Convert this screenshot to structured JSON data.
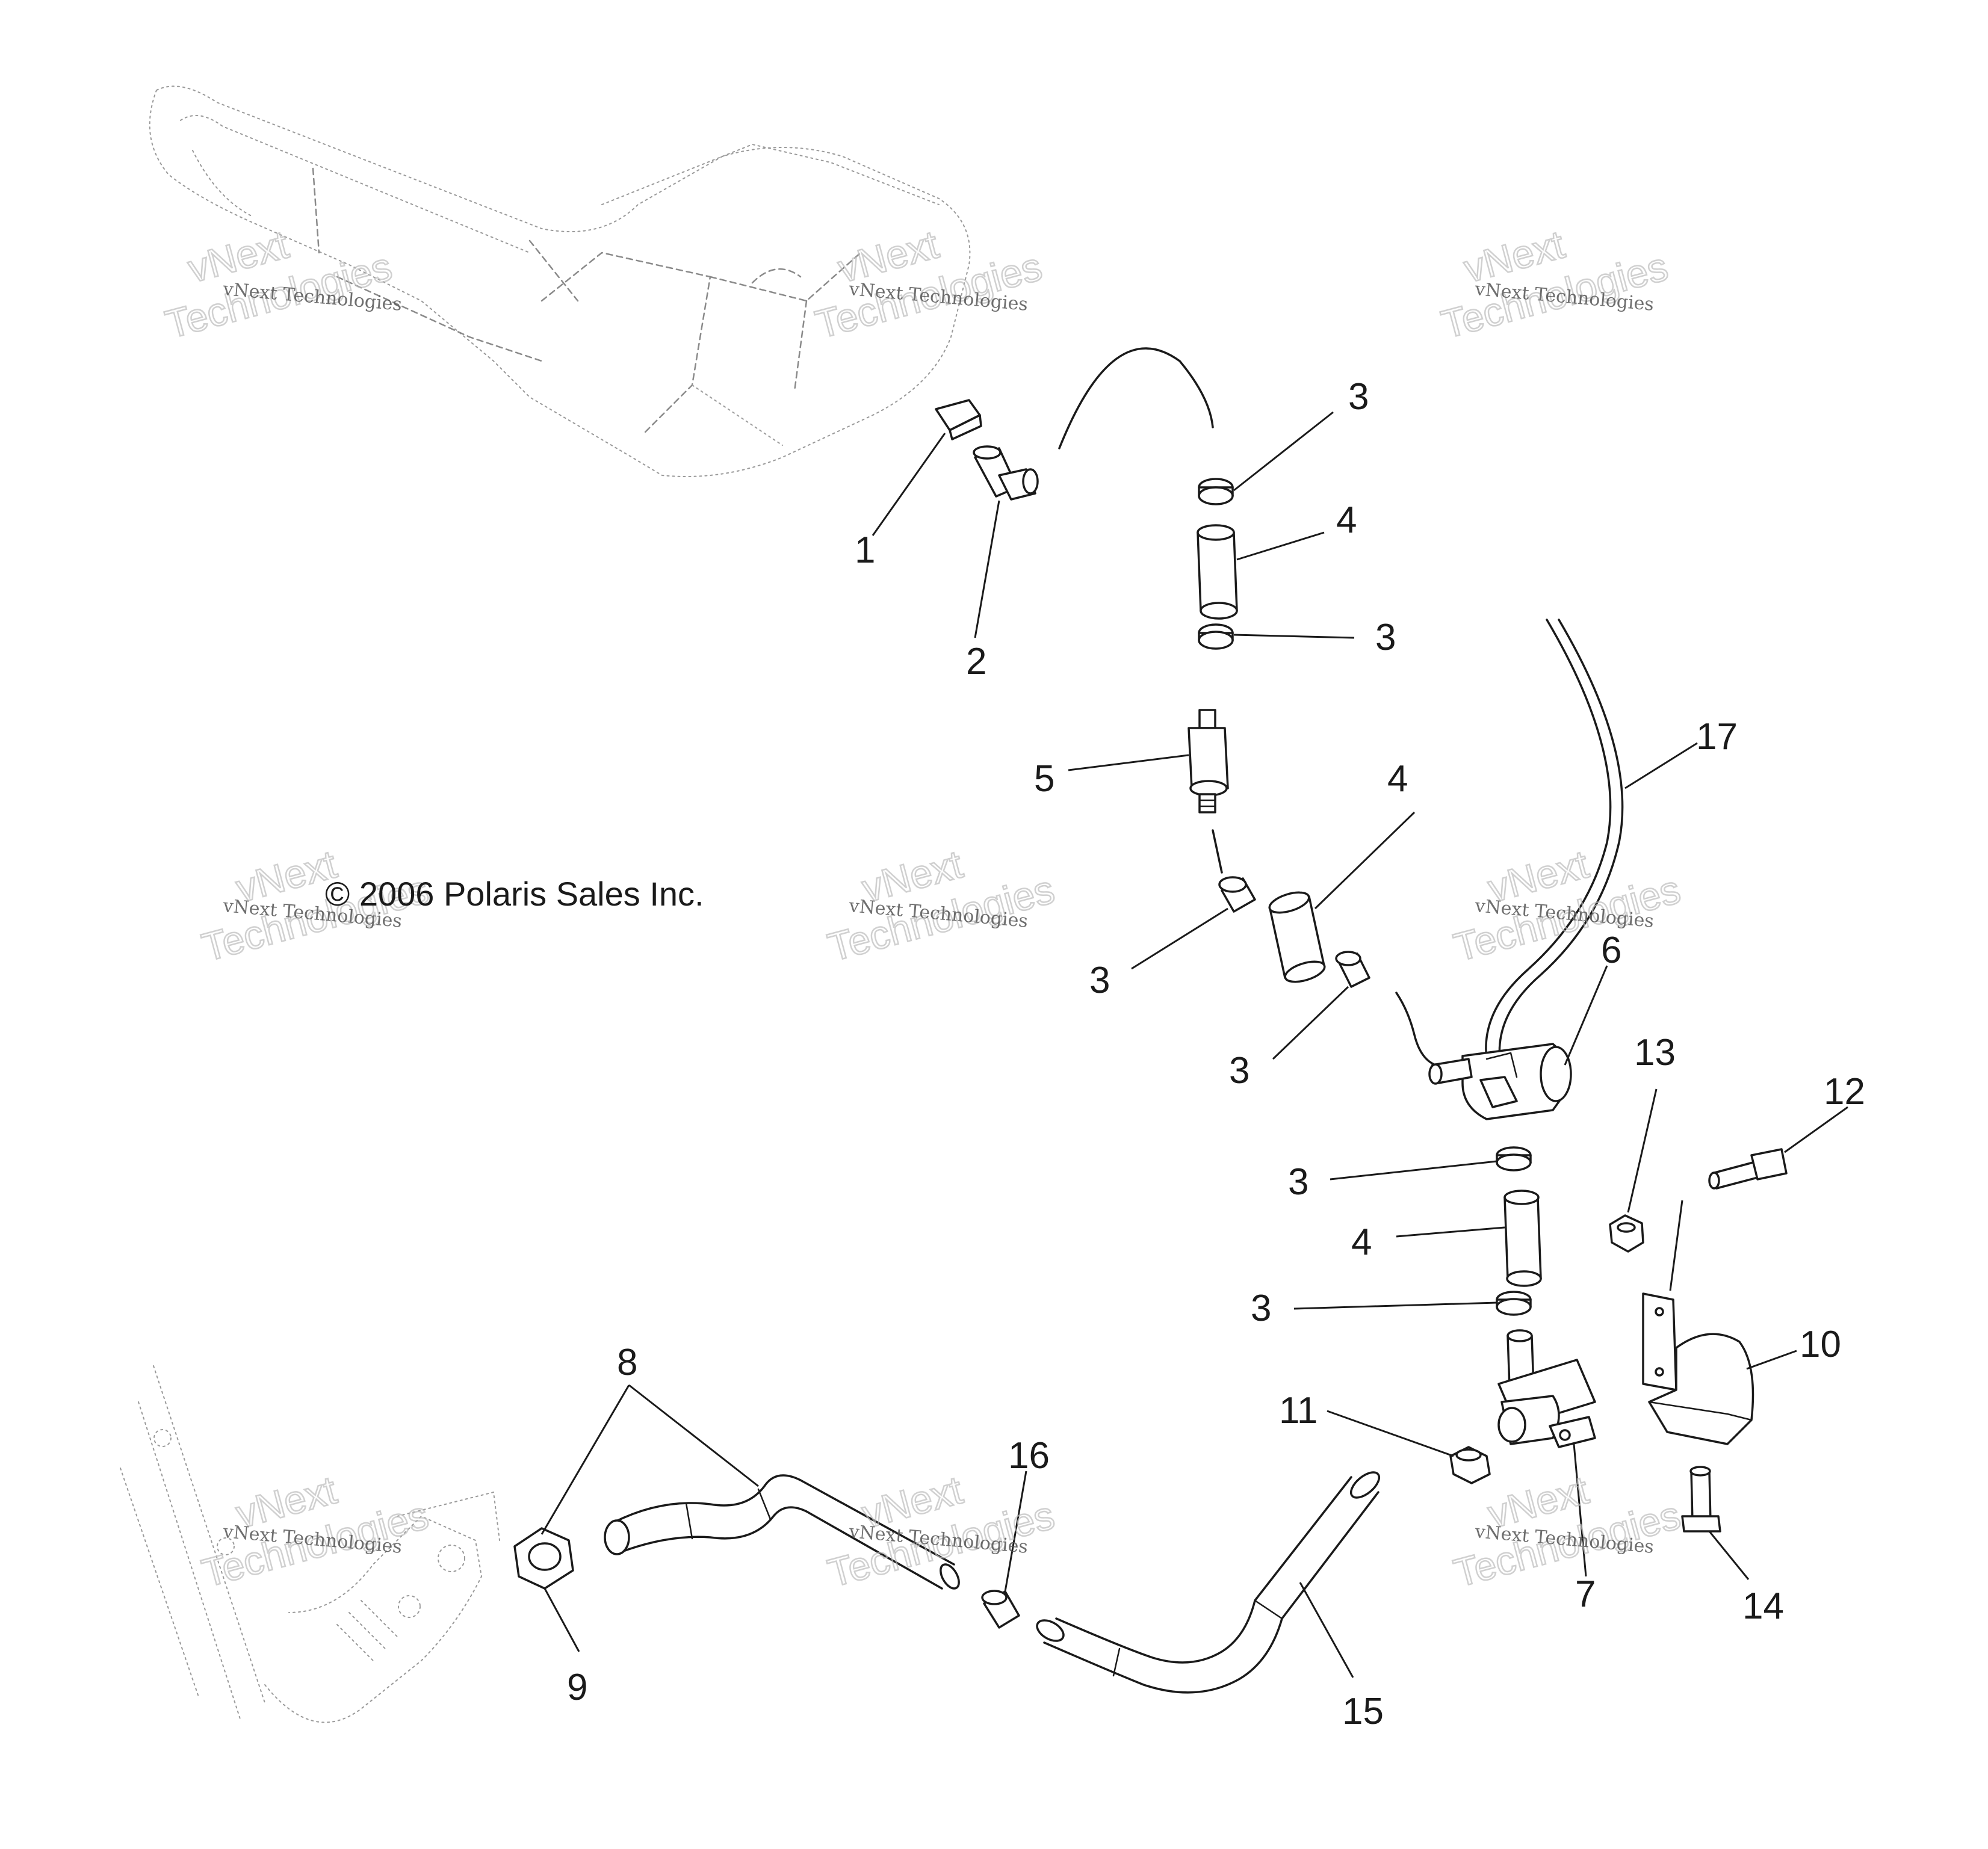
{
  "copyright": "© 2006 Polaris Sales Inc.",
  "watermark": {
    "line1": "vNext Technologies",
    "line2": "vNext",
    "line3": "Technologies"
  },
  "callouts": {
    "c1": "1",
    "c2": "2",
    "c3a": "3",
    "c3b": "3",
    "c3c": "3",
    "c3d": "3",
    "c3e": "3",
    "c3f": "3",
    "c4a": "4",
    "c4b": "4",
    "c4c": "4",
    "c5": "5",
    "c6": "6",
    "c7": "7",
    "c8": "8",
    "c9": "9",
    "c10": "10",
    "c11": "11",
    "c12": "12",
    "c13": "13",
    "c14": "14",
    "c15": "15",
    "c16": "16",
    "c17": "17"
  },
  "icons": {
    "tank": "fuel-tank-phantom",
    "exhaust": "exhaust-manifold-phantom",
    "clamp": "hose-clamp",
    "valve": "pulse-air-valve",
    "filter": "inline-filter"
  }
}
